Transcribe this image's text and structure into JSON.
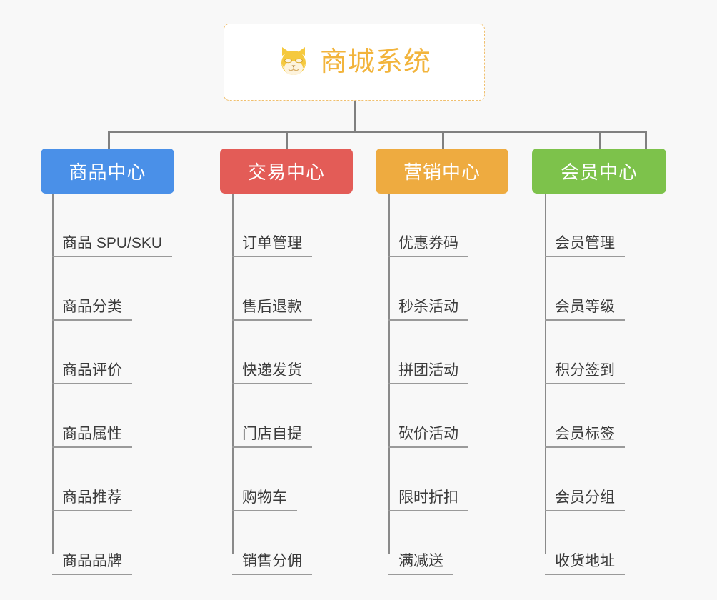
{
  "root": {
    "title": "商城系统",
    "icon": "shiba-dog-face-icon",
    "border_color": "#f0c070",
    "text_color": "#f2b43c"
  },
  "colors": {
    "background": "#f8f8f8",
    "connector": "#808080",
    "leaf_underline": "#9a9a9a",
    "leaf_text": "#3b3b3b"
  },
  "columns": [
    {
      "title": "商品中心",
      "color": "#4a90e8",
      "leaves": [
        "商品 SPU/SKU",
        "商品分类",
        "商品评价",
        "商品属性",
        "商品推荐",
        "商品品牌"
      ]
    },
    {
      "title": "交易中心",
      "color": "#e35c57",
      "leaves": [
        "订单管理",
        "售后退款",
        "快递发货",
        "门店自提",
        "购物车",
        "销售分佣"
      ]
    },
    {
      "title": "营销中心",
      "color": "#eeab40",
      "leaves": [
        "优惠券码",
        "秒杀活动",
        "拼团活动",
        "砍价活动",
        "限时折扣",
        "满减送"
      ]
    },
    {
      "title": "会员中心",
      "color": "#7dc24b",
      "leaves": [
        "会员管理",
        "会员等级",
        "积分签到",
        "会员标签",
        "会员分组",
        "收货地址"
      ]
    }
  ]
}
